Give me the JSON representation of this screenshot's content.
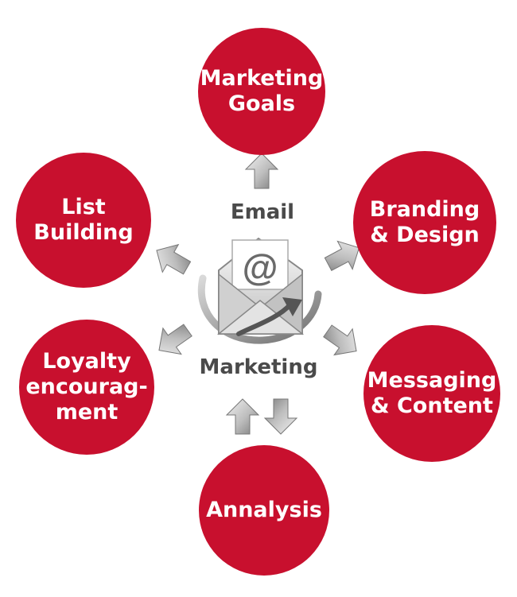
{
  "colors": {
    "node_fill": "#c8102e",
    "node_text": "#ffffff",
    "center_text": "#4a4a4a",
    "arrow_light": "#e6e6e6",
    "arrow_dark": "#8a8a8a"
  },
  "center": {
    "top_label": "Email",
    "bottom_label": "Marketing",
    "icon": "email-envelope-at-icon"
  },
  "nodes": {
    "marketing_goals": "Marketing\nGoals",
    "branding_design": "Branding\n& Design",
    "messaging_content": "Messaging\n& Content",
    "analysis": "Annalysis",
    "loyalty": "Loyalty\nencourag-\nment",
    "list_building": "List\nBuilding"
  }
}
